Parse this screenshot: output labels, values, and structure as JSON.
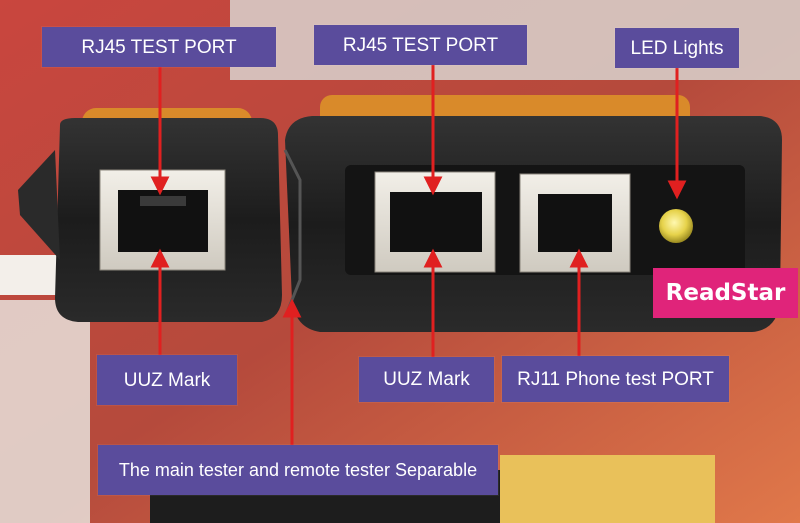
{
  "labels": {
    "rj45_left": "RJ45 TEST PORT",
    "rj45_right": "RJ45 TEST PORT",
    "led": "LED Lights",
    "uuz_left": "UUZ Mark",
    "uuz_right": "UUZ Mark",
    "rj11": "RJ11 Phone test PORT",
    "separable": "The main tester and remote tester Separable"
  },
  "brand": {
    "name": "ReadStar",
    "color": "#e0247a"
  },
  "colors": {
    "label_bg": "#5a4c9c",
    "arrow": "#e02020",
    "device_body": "#222222",
    "device_top": "#d98a2a",
    "led": "#e8d64a"
  }
}
